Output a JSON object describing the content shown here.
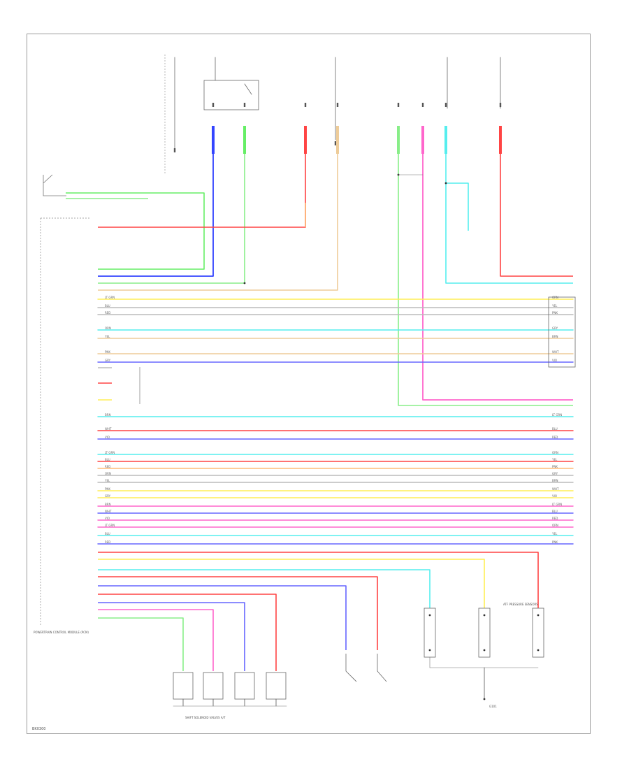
{
  "diagram": {
    "pcm_label": "POWERTRAIN CONTROL MODULE (PCM)",
    "shift_solenoid_label": "SHIFT SOLENOID VALVES A/T",
    "sensor_label": "ATF PRESSURE SENSORS",
    "ground_label": "G101",
    "footer_code": "BK0300"
  },
  "wires": {
    "colors": {
      "green": "#66ee66",
      "blue": "#3344ff",
      "red": "#ff4444",
      "orange": "#ffbb77",
      "lightgreen": "#88ee88",
      "cyan": "#55eeee",
      "yellow": "#ffee55",
      "pink": "#ff66cc",
      "violet": "#6666ff",
      "gray": "#bbbbbb",
      "tan": "#eecc99"
    },
    "busy_labels": [
      "LT GRN",
      "BLU",
      "RED",
      "ORN",
      "YEL",
      "PNK",
      "GRY",
      "BRN",
      "WHT",
      "VIO"
    ]
  }
}
